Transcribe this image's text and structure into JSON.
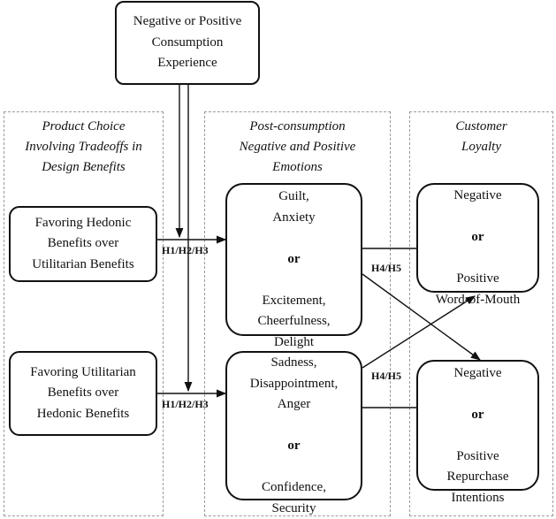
{
  "nodes": {
    "experience": "Negative or Positive\nConsumption\nExperience",
    "hedonic_choice": "Favoring Hedonic\nBenefits over\nUtilitarian Benefits",
    "utilitarian_choice": "Favoring Utilitarian\nBenefits over\nHedonic Benefits",
    "hedonic_emotions": {
      "negative": "Guilt,\nAnxiety",
      "or": "or",
      "positive": "Excitement,\nCheerfulness,\nDelight"
    },
    "utilitarian_emotions": {
      "negative": "Sadness,\nDisappointment,\nAnger",
      "or": "or",
      "positive": "Confidence,\nSecurity"
    },
    "wom": {
      "negative": "Negative",
      "or": "or",
      "positive": "Positive\nWord-of-Mouth"
    },
    "repurchase": {
      "negative": "Negative",
      "or": "or",
      "positive": "Positive\nRepurchase\nIntentions"
    }
  },
  "groups": {
    "product_choice": "Product Choice\nInvolving Tradeoffs in\nDesign Benefits",
    "emotions": "Post-consumption\nNegative and Positive\nEmotions",
    "loyalty": "Customer\nLoyalty"
  },
  "edge_labels": {
    "h123_top": "H1/H2/H3",
    "h123_bottom": "H1/H2/H3",
    "h45_top": "H4/H5",
    "h45_bottom": "H4/H5"
  },
  "colors": {
    "line": "#111111",
    "dashed_border": "#9a9a9a"
  }
}
